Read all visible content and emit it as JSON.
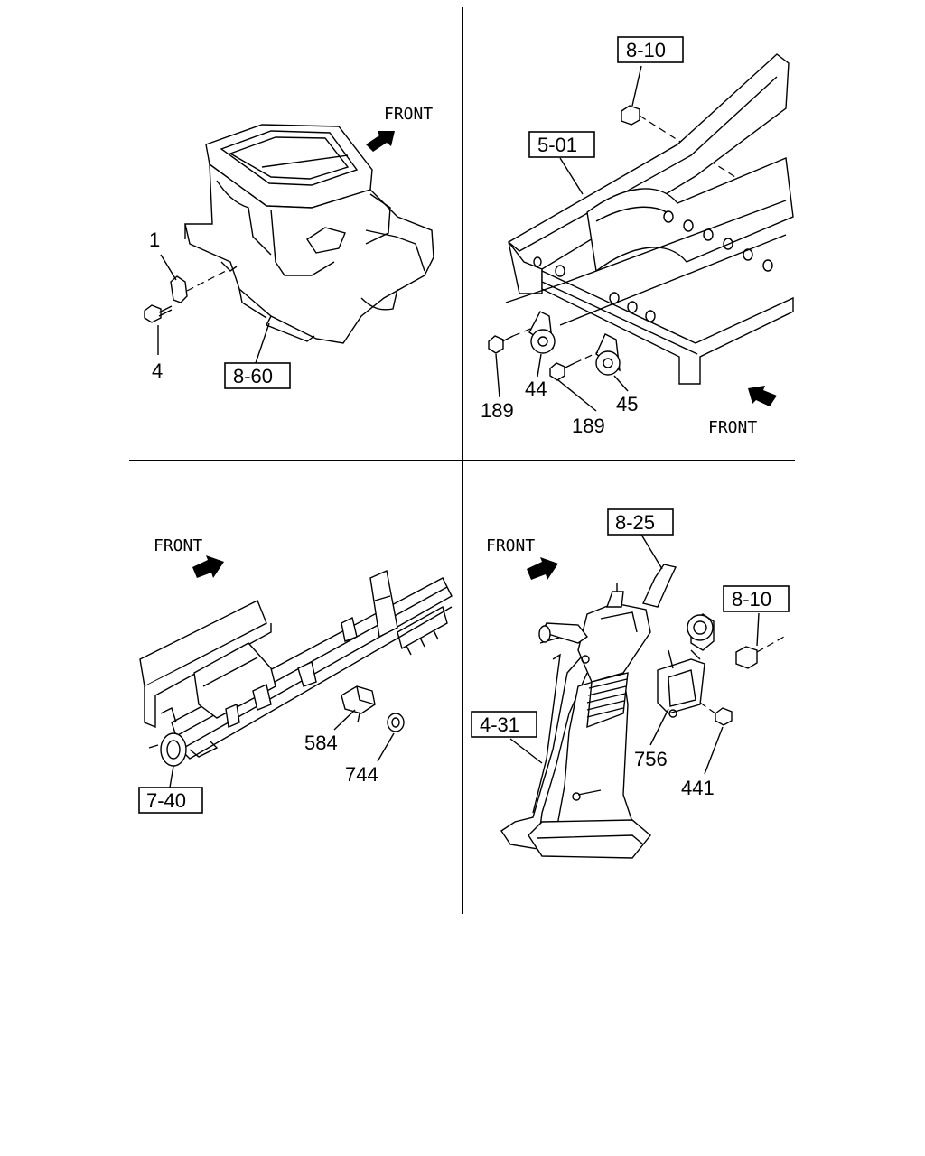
{
  "quadrants": {
    "top_left": {
      "front_label": "FRONT",
      "refs": [
        "8-60"
      ],
      "parts": [
        "1",
        "4"
      ]
    },
    "top_right": {
      "front_label": "FRONT",
      "refs": [
        "8-10",
        "5-01"
      ],
      "parts": [
        "189",
        "44",
        "189",
        "45"
      ]
    },
    "bottom_left": {
      "front_label": "FRONT",
      "refs": [
        "7-40"
      ],
      "parts": [
        "584",
        "744"
      ]
    },
    "bottom_right": {
      "front_label": "FRONT",
      "refs": [
        "8-25",
        "8-10",
        "4-31"
      ],
      "parts": [
        "756",
        "441"
      ]
    }
  }
}
